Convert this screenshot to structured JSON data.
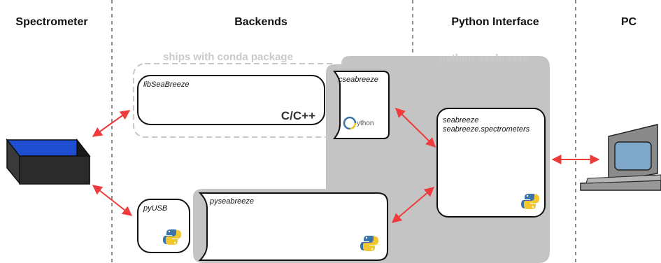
{
  "columns": {
    "spectrometer": "Spectrometer",
    "backends": "Backends",
    "python_interface": "Python Interface",
    "pc": "PC"
  },
  "groups": {
    "conda_package": "ships with conda package",
    "python_seabreeze": "python-seabreeze"
  },
  "boxes": {
    "libseabreeze": {
      "name": "libSeaBreeze",
      "lang": "C/C++"
    },
    "cseabreeze": {
      "name": "cseabreeze",
      "logo_text": "ython"
    },
    "pyusb": {
      "name": "pyUSB"
    },
    "pyseabreeze": {
      "name": "pyseabreeze"
    },
    "seabreeze": {
      "line1": "seabreeze",
      "line2": "seabreeze.spectrometers"
    }
  },
  "colors": {
    "arrow": "#ee3b3b",
    "group_fill": "#c4c4c4",
    "box_fill": "#ffffff",
    "device_blue": "#1f4fd0",
    "device_dark": "#2b2b2b",
    "python_blue": "#3b74aa",
    "python_yellow": "#f2c62e"
  },
  "icons": [
    "spectrometer-device-icon",
    "pc-computer-icon",
    "python-logo-icon",
    "cython-logo-icon",
    "bidirectional-arrow-icon"
  ]
}
